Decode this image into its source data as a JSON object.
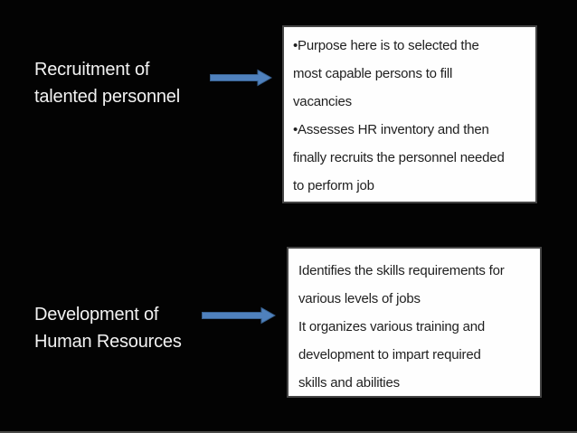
{
  "slide": {
    "type": "presentation-slide",
    "colors": {
      "background": "#030303",
      "label_text": "#f2f2f2",
      "box_background": "#fefefe",
      "box_border": "#454545",
      "box_text": "#1f1f1f",
      "arrow_fill": "#4f81bd",
      "arrow_stroke": "#38618f",
      "bottom_hairline": "#4a4a48"
    },
    "icons": {
      "arrow": "right-arrow-icon"
    },
    "rows": [
      {
        "label_lines": [
          "Recruitment of",
          "talented personnel"
        ],
        "box_lines": [
          "•Purpose here is to selected the",
          "most capable persons to fill",
          "vacancies",
          "•Assesses HR inventory and then",
          "finally recruits the personnel needed",
          "to perform job"
        ]
      },
      {
        "label_lines": [
          "Development of",
          "Human Resources"
        ],
        "box_lines": [
          "Identifies the skills requirements for",
          "various levels of jobs",
          "It organizes various training and",
          "development to impart required",
          "skills and abilities"
        ]
      }
    ]
  }
}
